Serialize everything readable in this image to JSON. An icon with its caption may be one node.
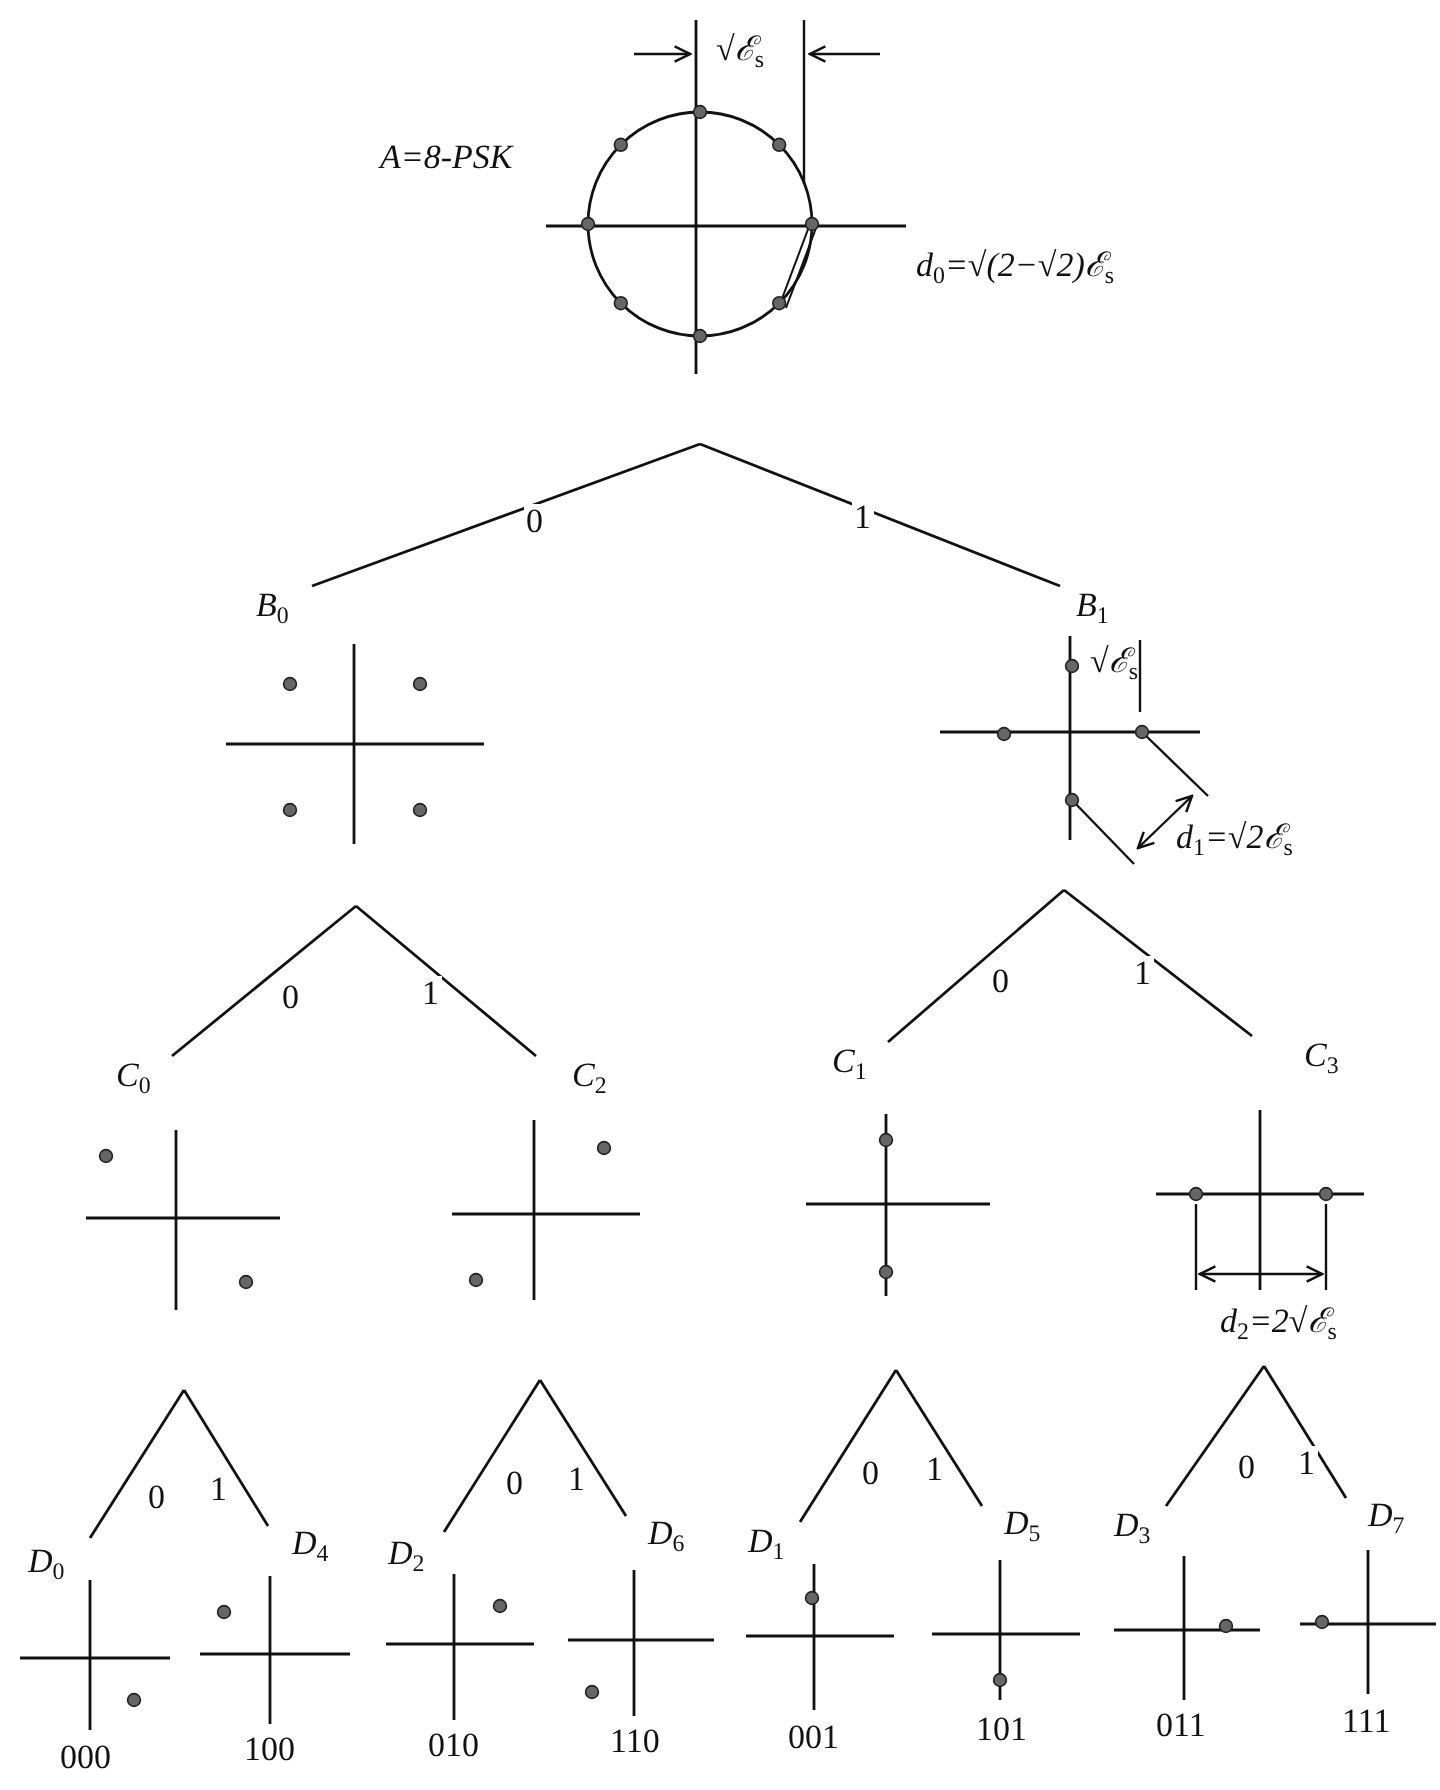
{
  "diagram": {
    "nodes": [
      {
        "text": [
          "*A*=8-PSK"
        ]
      },
      {
        "text": [
          "B$_{0}$"
        ]
      },
      {
        "text": [
          "B$_{1}$"
        ]
      },
      {
        "text": [
          "C$_{0}$"
        ]
      },
      {
        "text": [
          "C$_{2}$"
        ]
      },
      {
        "text": [
          "C$_{1}$"
        ]
      },
      {
        "text": [
          "C$_{3}$"
        ]
      },
      {
        "text": [
          "D$_{0}$"
        ],
        "beside": [
          "000"
        ]
      },
      {
        "text": [
          "D$_{4}$"
        ],
        "beside": [
          "100"
        ]
      },
      {
        "text": [
          "D$_{2}$"
        ],
        "beside": [
          "010"
        ]
      },
      {
        "text": [
          "D$_{6}$"
        ],
        "beside": [
          "110"
        ]
      },
      {
        "text": [
          "D$_{1}$"
        ],
        "beside": [
          "001"
        ]
      },
      {
        "text": [
          "D$_{5}$"
        ],
        "beside": [
          "101"
        ]
      },
      {
        "text": [
          "D$_{3}$"
        ],
        "beside": [
          "011"
        ]
      },
      {
        "text": [
          "D$_{7}$"
        ],
        "beside": [
          "111"
        ]
      }
    ],
    "edges": [
      {
        "from": 0,
        "to": 1,
        "arrow": "none",
        "label": "0"
      },
      {
        "from": 0,
        "to": 2,
        "arrow": "none",
        "label": "1"
      },
      {
        "from": 1,
        "to": 3,
        "arrow": "none",
        "label": "0"
      },
      {
        "from": 1,
        "to": 4,
        "arrow": "none",
        "label": "1"
      },
      {
        "from": 2,
        "to": 5,
        "arrow": "none",
        "label": "0"
      },
      {
        "from": 2,
        "to": 6,
        "arrow": "none",
        "label": "1"
      },
      {
        "from": 3,
        "to": 7,
        "arrow": "none",
        "label": "0"
      },
      {
        "from": 3,
        "to": 8,
        "arrow": "none",
        "label": "1"
      },
      {
        "from": 4,
        "to": 9,
        "arrow": "none",
        "label": "0"
      },
      {
        "from": 4,
        "to": 10,
        "arrow": "none",
        "label": "1"
      },
      {
        "from": 5,
        "to": 11,
        "arrow": "none",
        "label": "0"
      },
      {
        "from": 5,
        "to": 12,
        "arrow": "none",
        "label": "1"
      },
      {
        "from": 6,
        "to": 13,
        "arrow": "none",
        "label": "0"
      },
      {
        "from": 6,
        "to": 14,
        "arrow": "none",
        "label": "1"
      }
    ],
    "labels": [
      "√ℰ$_{s}$",
      "d$_{0}$=√(2−√2)ℰ$_{s}$",
      "√ℰ$_{s}$",
      "d$_{1}$=√2ℰ$_{s}$",
      "d$_{2}$=2√ℰ$_{s}$"
    ]
  }
}
